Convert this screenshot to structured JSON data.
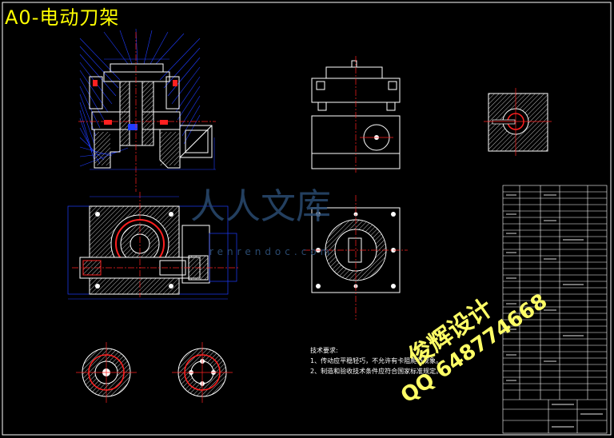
{
  "drawing": {
    "title": "A0-电动刀架",
    "tech_requirements": {
      "heading": "技术要求:",
      "items": [
        "1、传动应平稳轻巧，不允许有卡阻爬行现象。",
        "2、制造和验收技术条件应符合国家标准规定。"
      ]
    },
    "stamp_line1": "俊辉设计",
    "stamp_line2": "QQ 648774668",
    "watermark": "人人文库",
    "watermark_url": "renrendoc.com",
    "colors": {
      "background": "#000000",
      "title": "#ffff00",
      "outline": "#ffffff",
      "dimension": "#1f3cff",
      "center_line": "#ff2020",
      "hatch": "#c8c8c8",
      "stamp": "#ffff66"
    }
  }
}
